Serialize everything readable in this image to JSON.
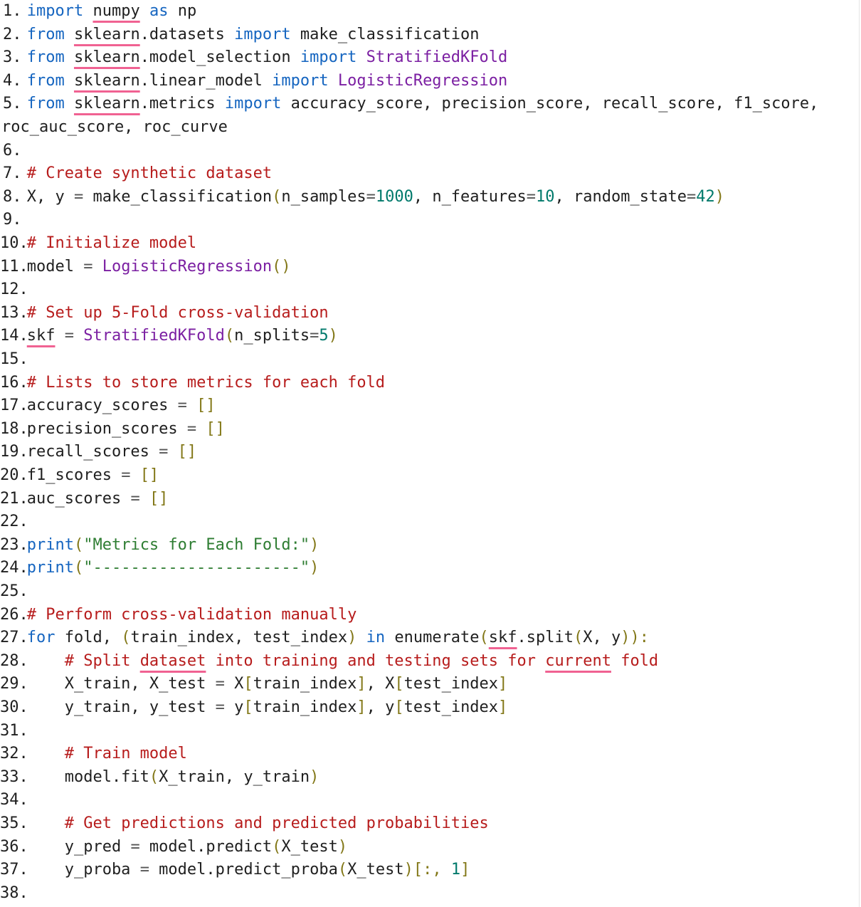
{
  "editor": {
    "lines": [
      {
        "n": "1.",
        "tokens": [
          {
            "t": "import",
            "c": "kw"
          },
          {
            "t": " "
          },
          {
            "t": "numpy",
            "s": 1
          },
          {
            "t": " "
          },
          {
            "t": "as",
            "c": "kw"
          },
          {
            "t": " np"
          }
        ]
      },
      {
        "n": "2.",
        "tokens": [
          {
            "t": "from",
            "c": "kw"
          },
          {
            "t": " "
          },
          {
            "t": "sklearn",
            "s": 1
          },
          {
            "t": ".datasets "
          },
          {
            "t": "import",
            "c": "kw"
          },
          {
            "t": " make_classification"
          }
        ]
      },
      {
        "n": "3.",
        "tokens": [
          {
            "t": "from",
            "c": "kw"
          },
          {
            "t": " "
          },
          {
            "t": "sklearn",
            "s": 1
          },
          {
            "t": ".model_selection "
          },
          {
            "t": "import",
            "c": "kw"
          },
          {
            "t": " "
          },
          {
            "t": "StratifiedKFold",
            "c": "cls"
          }
        ]
      },
      {
        "n": "4.",
        "tokens": [
          {
            "t": "from",
            "c": "kw"
          },
          {
            "t": " "
          },
          {
            "t": "sklearn",
            "s": 1
          },
          {
            "t": ".linear_model "
          },
          {
            "t": "import",
            "c": "kw"
          },
          {
            "t": " "
          },
          {
            "t": "LogisticRegression",
            "c": "cls"
          }
        ]
      },
      {
        "n": "5.",
        "tokens": [
          {
            "t": "from",
            "c": "kw"
          },
          {
            "t": " "
          },
          {
            "t": "sklearn",
            "s": 1
          },
          {
            "t": ".metrics "
          },
          {
            "t": "import",
            "c": "kw"
          },
          {
            "t": " accuracy_score, precision_score, recall_score, f1_score,"
          }
        ]
      },
      {
        "n": "",
        "wrap": true,
        "tokens": [
          {
            "t": "roc_auc_score, roc_curve"
          }
        ]
      },
      {
        "n": "6.",
        "tokens": []
      },
      {
        "n": "7.",
        "tokens": [
          {
            "t": "# Create synthetic dataset",
            "c": "cm"
          }
        ]
      },
      {
        "n": "8.",
        "tokens": [
          {
            "t": "X, y "
          },
          {
            "t": "=",
            "c": "op"
          },
          {
            "t": " make_classification"
          },
          {
            "t": "(",
            "c": "br"
          },
          {
            "t": "n_samples"
          },
          {
            "t": "=",
            "c": "op"
          },
          {
            "t": "1000",
            "c": "num"
          },
          {
            "t": ", n_features"
          },
          {
            "t": "=",
            "c": "op"
          },
          {
            "t": "10",
            "c": "num"
          },
          {
            "t": ", random_state"
          },
          {
            "t": "=",
            "c": "op"
          },
          {
            "t": "42",
            "c": "num"
          },
          {
            "t": ")",
            "c": "br"
          }
        ]
      },
      {
        "n": "9.",
        "tokens": []
      },
      {
        "n": "10.",
        "tokens": [
          {
            "t": "# Initialize model",
            "c": "cm"
          }
        ]
      },
      {
        "n": "11.",
        "tokens": [
          {
            "t": "model "
          },
          {
            "t": "=",
            "c": "op"
          },
          {
            "t": " "
          },
          {
            "t": "LogisticRegression",
            "c": "cls"
          },
          {
            "t": "()",
            "c": "br"
          }
        ]
      },
      {
        "n": "12.",
        "tokens": []
      },
      {
        "n": "13.",
        "tokens": [
          {
            "t": "# Set up 5-Fold cross-validation",
            "c": "cm"
          }
        ]
      },
      {
        "n": "14.",
        "tokens": [
          {
            "t": "skf",
            "s": 1
          },
          {
            "t": " "
          },
          {
            "t": "=",
            "c": "op"
          },
          {
            "t": " "
          },
          {
            "t": "StratifiedKFold",
            "c": "cls"
          },
          {
            "t": "(",
            "c": "br"
          },
          {
            "t": "n_splits"
          },
          {
            "t": "=",
            "c": "op"
          },
          {
            "t": "5",
            "c": "num"
          },
          {
            "t": ")",
            "c": "br"
          }
        ]
      },
      {
        "n": "15.",
        "tokens": []
      },
      {
        "n": "16.",
        "tokens": [
          {
            "t": "# Lists to store metrics for each fold",
            "c": "cm"
          }
        ]
      },
      {
        "n": "17.",
        "tokens": [
          {
            "t": "accuracy_scores "
          },
          {
            "t": "=",
            "c": "op"
          },
          {
            "t": " "
          },
          {
            "t": "[]",
            "c": "br"
          }
        ]
      },
      {
        "n": "18.",
        "tokens": [
          {
            "t": "precision_scores "
          },
          {
            "t": "=",
            "c": "op"
          },
          {
            "t": " "
          },
          {
            "t": "[]",
            "c": "br"
          }
        ]
      },
      {
        "n": "19.",
        "tokens": [
          {
            "t": "recall_scores "
          },
          {
            "t": "=",
            "c": "op"
          },
          {
            "t": " "
          },
          {
            "t": "[]",
            "c": "br"
          }
        ]
      },
      {
        "n": "20.",
        "tokens": [
          {
            "t": "f1_scores "
          },
          {
            "t": "=",
            "c": "op"
          },
          {
            "t": " "
          },
          {
            "t": "[]",
            "c": "br"
          }
        ]
      },
      {
        "n": "21.",
        "tokens": [
          {
            "t": "auc_scores "
          },
          {
            "t": "=",
            "c": "op"
          },
          {
            "t": " "
          },
          {
            "t": "[]",
            "c": "br"
          }
        ]
      },
      {
        "n": "22.",
        "tokens": []
      },
      {
        "n": "23.",
        "tokens": [
          {
            "t": "print",
            "c": "kw"
          },
          {
            "t": "(",
            "c": "br"
          },
          {
            "t": "\"Metrics for Each Fold:\"",
            "c": "str"
          },
          {
            "t": ")",
            "c": "br"
          }
        ]
      },
      {
        "n": "24.",
        "tokens": [
          {
            "t": "print",
            "c": "kw"
          },
          {
            "t": "(",
            "c": "br"
          },
          {
            "t": "\"----------------------\"",
            "c": "str"
          },
          {
            "t": ")",
            "c": "br"
          }
        ]
      },
      {
        "n": "25.",
        "tokens": []
      },
      {
        "n": "26.",
        "tokens": [
          {
            "t": "# Perform cross-validation manually",
            "c": "cm"
          }
        ]
      },
      {
        "n": "27.",
        "tokens": [
          {
            "t": "for",
            "c": "kw"
          },
          {
            "t": " fold, "
          },
          {
            "t": "(",
            "c": "br"
          },
          {
            "t": "train_index, test_index"
          },
          {
            "t": ")",
            "c": "br"
          },
          {
            "t": " "
          },
          {
            "t": "in",
            "c": "kw"
          },
          {
            "t": " enumerate"
          },
          {
            "t": "(",
            "c": "br"
          },
          {
            "t": "skf",
            "s": 1
          },
          {
            "t": ".split"
          },
          {
            "t": "(",
            "c": "br"
          },
          {
            "t": "X, y"
          },
          {
            "t": ")):",
            "c": "br"
          }
        ]
      },
      {
        "n": "28.",
        "tokens": [
          {
            "t": "    "
          },
          {
            "t": "# Split ",
            "c": "cm"
          },
          {
            "t": "dataset",
            "c": "cm",
            "s": 1
          },
          {
            "t": " into training and testing sets for ",
            "c": "cm"
          },
          {
            "t": "current",
            "c": "cm",
            "s": 1
          },
          {
            "t": " fold",
            "c": "cm"
          }
        ]
      },
      {
        "n": "29.",
        "tokens": [
          {
            "t": "    X_train, X_test "
          },
          {
            "t": "=",
            "c": "op"
          },
          {
            "t": " X"
          },
          {
            "t": "[",
            "c": "br"
          },
          {
            "t": "train_index"
          },
          {
            "t": "]",
            "c": "br"
          },
          {
            "t": ", X"
          },
          {
            "t": "[",
            "c": "br"
          },
          {
            "t": "test_index"
          },
          {
            "t": "]",
            "c": "br"
          }
        ]
      },
      {
        "n": "30.",
        "tokens": [
          {
            "t": "    y_train, y_test "
          },
          {
            "t": "=",
            "c": "op"
          },
          {
            "t": " y"
          },
          {
            "t": "[",
            "c": "br"
          },
          {
            "t": "train_index"
          },
          {
            "t": "]",
            "c": "br"
          },
          {
            "t": ", y"
          },
          {
            "t": "[",
            "c": "br"
          },
          {
            "t": "test_index"
          },
          {
            "t": "]",
            "c": "br"
          }
        ]
      },
      {
        "n": "31.",
        "tokens": []
      },
      {
        "n": "32.",
        "tokens": [
          {
            "t": "    "
          },
          {
            "t": "# Train model",
            "c": "cm"
          }
        ]
      },
      {
        "n": "33.",
        "tokens": [
          {
            "t": "    model.fit"
          },
          {
            "t": "(",
            "c": "br"
          },
          {
            "t": "X_train, y_train"
          },
          {
            "t": ")",
            "c": "br"
          }
        ]
      },
      {
        "n": "34.",
        "tokens": []
      },
      {
        "n": "35.",
        "tokens": [
          {
            "t": "    "
          },
          {
            "t": "# Get predictions and predicted probabilities",
            "c": "cm"
          }
        ]
      },
      {
        "n": "36.",
        "tokens": [
          {
            "t": "    y_pred "
          },
          {
            "t": "=",
            "c": "op"
          },
          {
            "t": " model.predict"
          },
          {
            "t": "(",
            "c": "br"
          },
          {
            "t": "X_test"
          },
          {
            "t": ")",
            "c": "br"
          }
        ]
      },
      {
        "n": "37.",
        "tokens": [
          {
            "t": "    y_proba "
          },
          {
            "t": "=",
            "c": "op"
          },
          {
            "t": " model.predict_proba"
          },
          {
            "t": "(",
            "c": "br"
          },
          {
            "t": "X_test"
          },
          {
            "t": ")[:, ",
            "c": "br"
          },
          {
            "t": "1",
            "c": "num"
          },
          {
            "t": "]",
            "c": "br"
          }
        ]
      },
      {
        "n": "38.",
        "tokens": []
      }
    ]
  }
}
